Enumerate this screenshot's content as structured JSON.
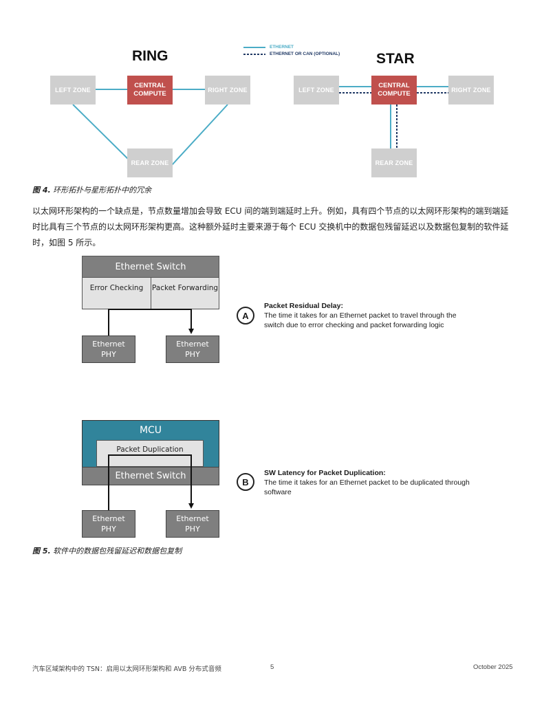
{
  "figure4": {
    "ring_title": "RING",
    "star_title": "STAR",
    "legend": {
      "ethernet": "ETHERNET",
      "ethernet_or_can": "ETHERNET OR CAN (OPTIONAL)"
    },
    "ring": {
      "left": "LEFT ZONE",
      "central_line1": "CENTRAL",
      "central_line2": "COMPUTE",
      "right": "RIGHT ZONE",
      "rear": "REAR ZONE"
    },
    "star": {
      "left": "LEFT ZONE",
      "central_line1": "CENTRAL",
      "central_line2": "COMPUTE",
      "right": "RIGHT ZONE",
      "rear": "REAR ZONE"
    },
    "caption_label": "图 4.",
    "caption_text": " 环形拓扑与星形拓扑中的冗余",
    "colors": {
      "ethernet_line": "#4bacc6",
      "dashed_line": "#1f3864",
      "central": "#c0504d",
      "zone": "#cfcfcf"
    }
  },
  "paragraph": "以太网环形架构的一个缺点是，节点数量增加会导致 ECU 间的端到端延时上升。例如，具有四个节点的以太网环形架构的端到端延时比具有三个节点的以太网环形架构更高。这种额外延时主要来源于每个 ECU 交换机中的数据包残留延迟以及数据包复制的软件延时，如图 5 所示。",
  "figure5": {
    "diagram_a": {
      "switch_title": "Ethernet Switch",
      "error_checking": "Error Checking",
      "packet_forwarding": "Packet Forwarding",
      "phy_left_1": "Ethernet",
      "phy_left_2": "PHY",
      "phy_right_1": "Ethernet",
      "phy_right_2": "PHY",
      "marker": "A",
      "note_title": "Packet Residual Delay:",
      "note_body": "The time it takes for an Ethernet packet to travel through the switch due to error checking and packet forwarding logic"
    },
    "diagram_b": {
      "mcu_title": "MCU",
      "packet_duplication": "Packet Duplication",
      "switch_title": "Ethernet Switch",
      "phy_left_1": "Ethernet",
      "phy_left_2": "PHY",
      "phy_right_1": "Ethernet",
      "phy_right_2": "PHY",
      "marker": "B",
      "note_title": "SW Latency for Packet Duplication:",
      "note_body": "The time it takes for an Ethernet packet to be duplicated through software"
    },
    "caption_label": "图 5.",
    "caption_text": " 软件中的数据包残留延迟和数据包复制",
    "colors": {
      "mcu": "#31849b",
      "switch": "#7f7f7f",
      "phy": "#7f7f7f"
    }
  },
  "footer": {
    "title": "汽车区域架构中的 TSN：启用以太网环形架构和 AVB 分布式音频",
    "page": "5",
    "date": "October 2025"
  }
}
